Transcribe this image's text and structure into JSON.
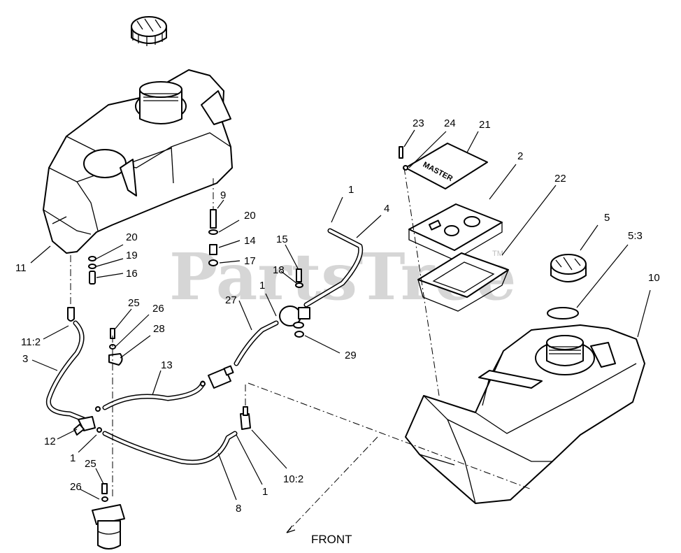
{
  "watermark": {
    "text": "PartsTree",
    "tm": "TM"
  },
  "direction_label": "FRONT",
  "plate_brand": "MASTER",
  "callouts": {
    "c23": "23",
    "c24": "24",
    "c21": "21",
    "c2": "2",
    "c22": "22",
    "c5": "5",
    "c5_3": "5:3",
    "c10": "10",
    "c1_top": "1",
    "c4": "4",
    "c15": "15",
    "c18": "18",
    "c1_mid": "1",
    "c27": "27",
    "c29": "29",
    "c9": "9",
    "c20_r": "20",
    "c14": "14",
    "c17": "17",
    "c20_l": "20",
    "c19": "19",
    "c16": "16",
    "c11": "11",
    "c25_top": "25",
    "c26_top": "26",
    "c28": "28",
    "c11_2": "11:2",
    "c3": "3",
    "c13": "13",
    "c12": "12",
    "c1_left": "1",
    "c25_bot": "25",
    "c26_bot": "26",
    "c8": "8",
    "c1_bot": "1",
    "c10_2": "10:2"
  }
}
